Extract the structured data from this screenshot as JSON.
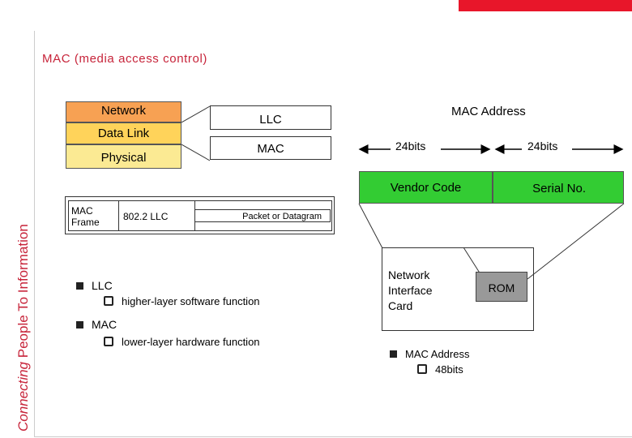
{
  "side_banner": {
    "prefix": "Connecting",
    "rest": " People To Information"
  },
  "title": "MAC (media access control)",
  "colors": {
    "accent_red": "#e8162a",
    "network": "#f7a153",
    "datalink": "#ffd35a",
    "physical": "#fbea93",
    "green": "#33cc33",
    "rom": "#999999"
  },
  "osi": {
    "network": "Network",
    "datalink": "Data Link",
    "physical": "Physical"
  },
  "sublayers": {
    "llc": "LLC",
    "mac": "MAC"
  },
  "frame": {
    "mac_line1": "MAC",
    "mac_line2": "Frame",
    "llc": "802.2 LLC",
    "packet": "Packet or Datagram"
  },
  "bullets": [
    {
      "label": "LLC",
      "sub": "higher-layer software function"
    },
    {
      "label": "MAC",
      "sub": "lower-layer hardware function"
    }
  ],
  "address": {
    "title": "MAC Address",
    "bits_left": "24bits",
    "bits_right": "24bits",
    "vendor": "Vendor Code",
    "serial": "Serial No.",
    "nic_line1": "Network",
    "nic_line2": "Interface",
    "nic_line3": "Card",
    "rom": "ROM",
    "bullet_label": "MAC Address",
    "bullet_sub": "48bits"
  }
}
